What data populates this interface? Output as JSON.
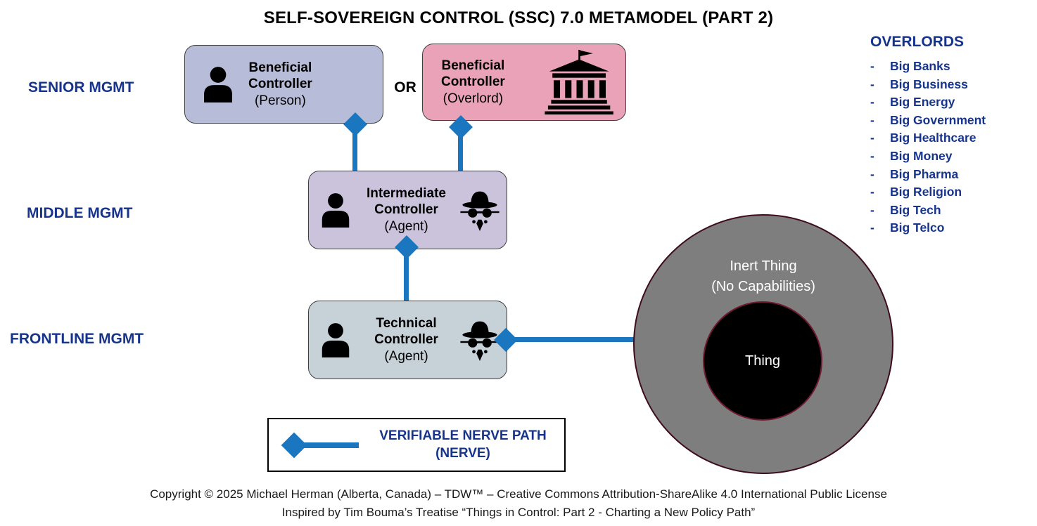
{
  "title": "SELF-SOVEREIGN CONTROL (SSC) 7.0 METAMODEL (PART 2)",
  "management_labels": {
    "senior": "SENIOR MGMT",
    "middle": "MIDDLE MGMT",
    "frontline": "FRONTLINE MGMT"
  },
  "boxes": {
    "or_label": "OR",
    "beneficial_person": {
      "line1": "Beneficial",
      "line2": "Controller",
      "line3": "(Person)"
    },
    "beneficial_overlord": {
      "line1": "Beneficial",
      "line2": "Controller",
      "line3": "(Overlord)"
    },
    "intermediate": {
      "line1": "Intermediate",
      "line2": "Controller",
      "line3": "(Agent)"
    },
    "technical": {
      "line1": "Technical",
      "line2": "Controller",
      "line3": "(Agent)"
    }
  },
  "overlords": {
    "heading": "OVERLORDS",
    "bullet": "-",
    "items": [
      "Big Banks",
      "Big Business",
      "Big Energy",
      "Big Government",
      "Big Healthcare",
      "Big Money",
      "Big Pharma",
      "Big Religion",
      "Big Tech",
      "Big Telco"
    ]
  },
  "thing": {
    "outer_line1": "Inert Thing",
    "outer_line2": "(No Capabilities)",
    "inner_label": "Thing"
  },
  "legend": {
    "line1": "VERIFIABLE NERVE PATH",
    "line2": "(NERVE)"
  },
  "footer": {
    "line1": "Copyright © 2025 Michael Herman (Alberta, Canada) – TDW™ – Creative Commons Attribution-ShareAlike 4.0 International Public License",
    "line2": "Inspired by Tim Bouma’s Treatise “Things in Control: Part 2 - Charting a New Policy Path”"
  },
  "colors": {
    "navy": "#16348C",
    "nerve": "#1B76C0",
    "fill-person": "#B7BDD8",
    "fill-overlord": "#E9A2B7",
    "fill-intermediate": "#CBC2DC",
    "fill-technical": "#C7D1D8",
    "circle-gray": "#7E7E7E",
    "circle-border": "#3D0C1E",
    "inner-border": "#6E1A30",
    "box-border": "#3F3F3F"
  }
}
